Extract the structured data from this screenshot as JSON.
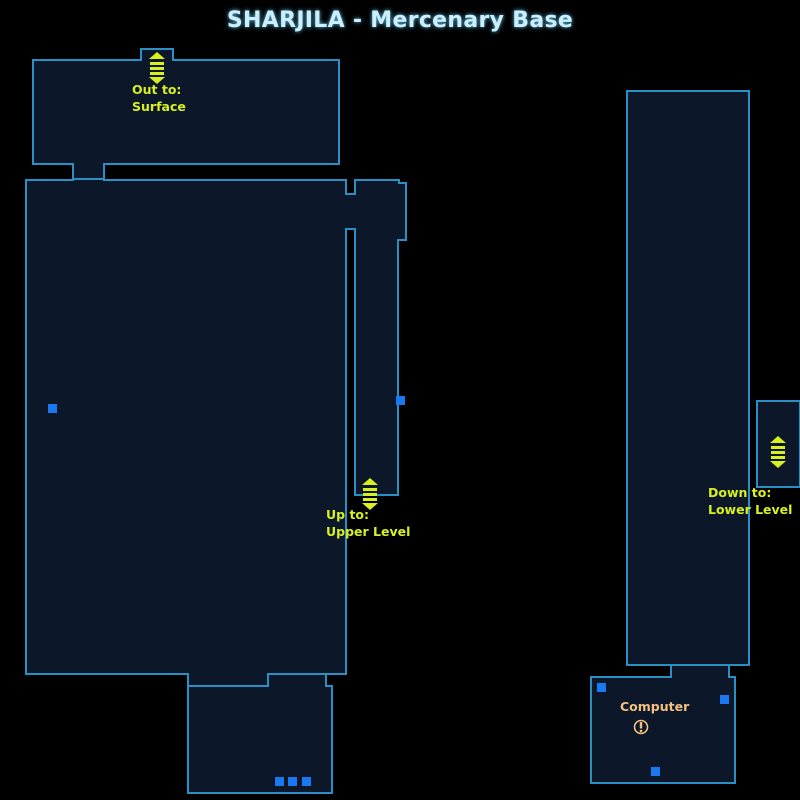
{
  "map": {
    "title": "SHARJILA - Mercenary Base",
    "colors": {
      "background": "#000000",
      "room_fill": "#0c1829",
      "wall": "#2a8fc4",
      "marker": "#1a78f0",
      "transition_label": "#d8f020",
      "poi_label": "#f2c080",
      "title": "#cdeffc"
    },
    "transitions": [
      {
        "icon": "elevator-icon",
        "line1": "Out to:",
        "line2": "Surface"
      },
      {
        "icon": "elevator-icon",
        "line1": "Up to:",
        "line2": "Upper Level"
      },
      {
        "icon": "elevator-icon",
        "line1": "Down to:",
        "line2": "Lower Level"
      }
    ],
    "poi": {
      "icon": "exclamation-icon",
      "label": "Computer"
    }
  }
}
